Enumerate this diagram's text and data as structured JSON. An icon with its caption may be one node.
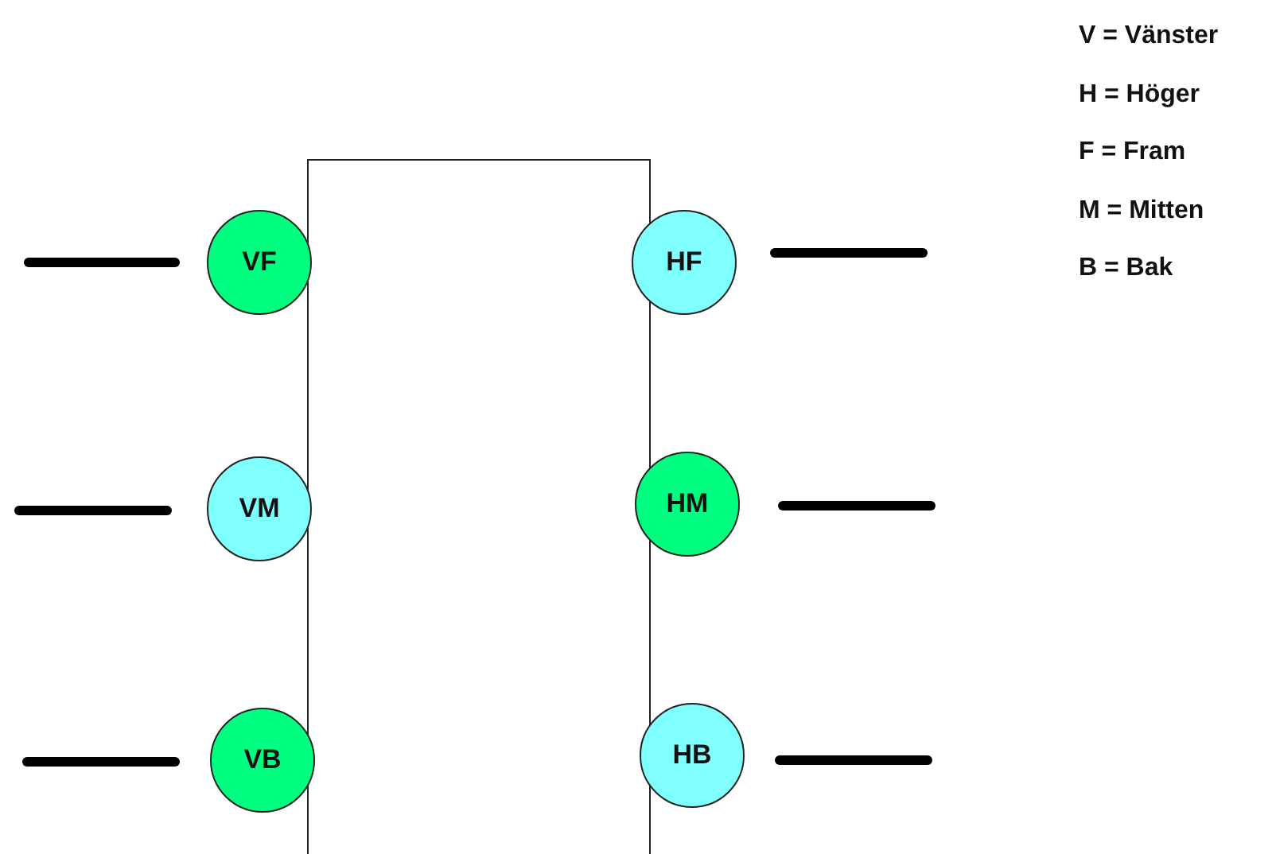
{
  "diagram": {
    "nodes": [
      {
        "text": [],
        "shape": "box"
      },
      {
        "text": [
          "VF"
        ]
      },
      {
        "text": [
          "VM"
        ]
      },
      {
        "text": [
          "VB"
        ]
      },
      {
        "text": [
          "HF"
        ]
      },
      {
        "text": [
          "HM"
        ]
      },
      {
        "text": [
          "HB"
        ]
      }
    ],
    "labels": [
      "V = Vänster",
      "H = Höger",
      "F = Fram",
      "M = Mitten",
      "B = Bak"
    ]
  }
}
